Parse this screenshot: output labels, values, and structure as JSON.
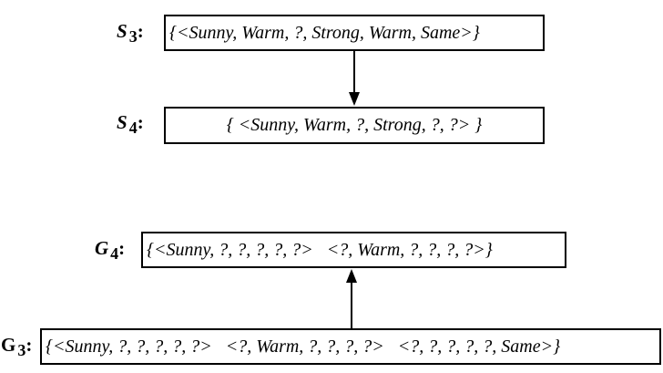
{
  "specific_boundary": {
    "s3": {
      "letter": "S",
      "subscript": "3",
      "colon": ":",
      "hypothesis": "{<Sunny, Warm, ?, Strong, Warm, Same>}"
    },
    "s4": {
      "letter": "S",
      "subscript": "4",
      "colon": ":",
      "hypothesis": "{ <Sunny, Warm, ?, Strong, ?, ?> }"
    }
  },
  "general_boundary": {
    "g4": {
      "letter": "G",
      "subscript": "4",
      "colon": ":",
      "hypothesis": "{<Sunny, ?, ?, ?, ?, ?>   <?, Warm, ?, ?, ?, ?>}"
    },
    "g3": {
      "letter": "G",
      "subscript": "3",
      "colon": ":",
      "hypothesis": "{<Sunny, ?, ?, ?, ?, ?>   <?, Warm, ?, ?, ?, ?>   <?, ?, ?, ?, ?, Same>}"
    }
  }
}
